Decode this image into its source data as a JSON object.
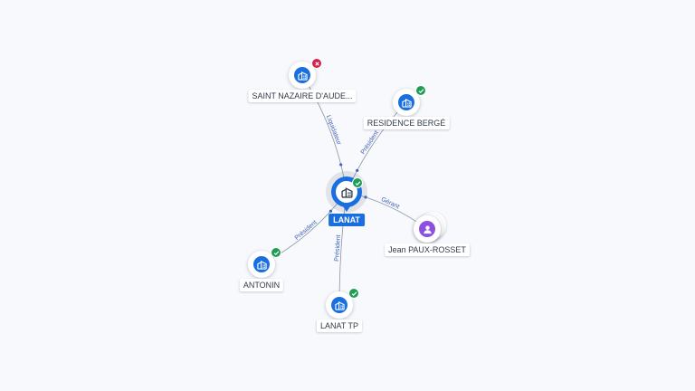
{
  "center": {
    "label": "LANAT",
    "status": "active",
    "icon": "building-icon"
  },
  "nodes": [
    {
      "id": "saint-nazaire",
      "label": "SAINT NAZAIRE D'AUDE...",
      "type": "company",
      "status": "closed",
      "icon": "building-icon"
    },
    {
      "id": "residence-berge",
      "label": "RESIDENCE BERGÉ",
      "type": "company",
      "status": "active",
      "icon": "building-icon"
    },
    {
      "id": "jean-paux-rosset",
      "label": "Jean PAUX-ROSSET",
      "type": "person",
      "status": "",
      "icon": "person-icon"
    },
    {
      "id": "antonin",
      "label": "ANTONIN",
      "type": "company",
      "status": "active",
      "icon": "building-icon"
    },
    {
      "id": "lanat-tp",
      "label": "LANAT TP",
      "type": "company",
      "status": "active",
      "icon": "building-icon"
    }
  ],
  "edges": [
    {
      "to": "saint-nazaire",
      "label": "Liquidateur"
    },
    {
      "to": "residence-berge",
      "label": "Président"
    },
    {
      "to": "jean-paux-rosset",
      "label": "Gérant"
    },
    {
      "to": "antonin",
      "label": "Président"
    },
    {
      "to": "lanat-tp",
      "label": "Président"
    }
  ],
  "colors": {
    "accent": "#1a6fe0",
    "active": "#1f9d55",
    "closed": "#d3204d",
    "person": "#8d4fe0",
    "edge": "#8a93a6",
    "edge_label": "#3f63b8"
  }
}
